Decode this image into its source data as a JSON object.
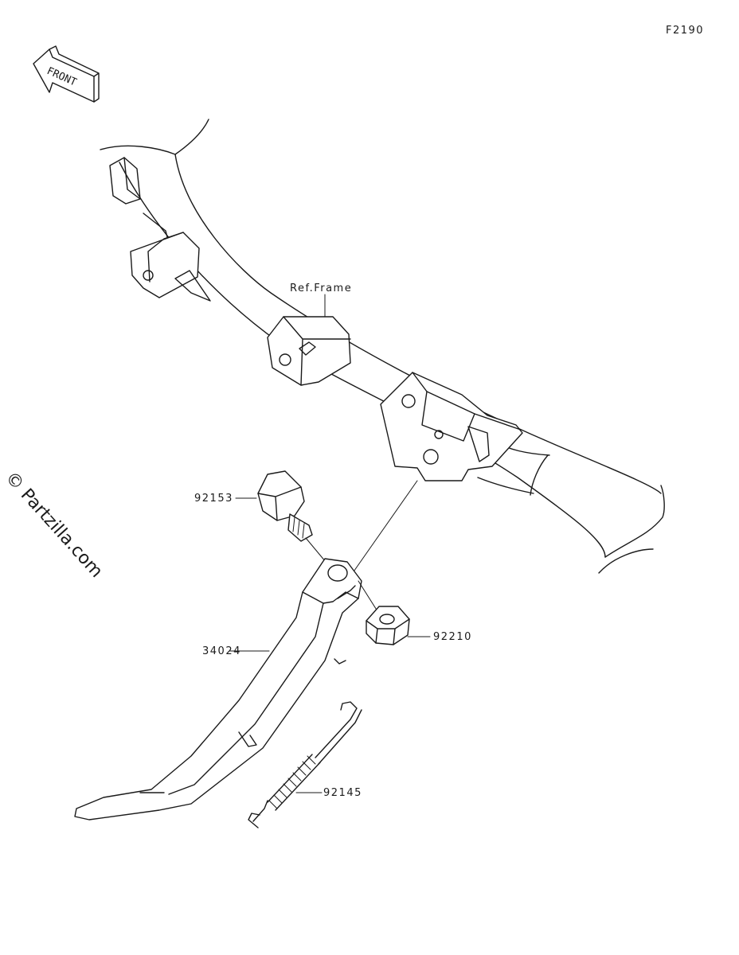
{
  "figure_code": "F2190",
  "front_arrow": {
    "label": "FRONT",
    "icon": "front-direction-arrow-icon"
  },
  "watermark": "© Partzilla.com",
  "ref_label": "Ref.Frame",
  "parts": [
    {
      "number": "92153"
    },
    {
      "number": "34024"
    },
    {
      "number": "92210"
    },
    {
      "number": "92145"
    }
  ]
}
